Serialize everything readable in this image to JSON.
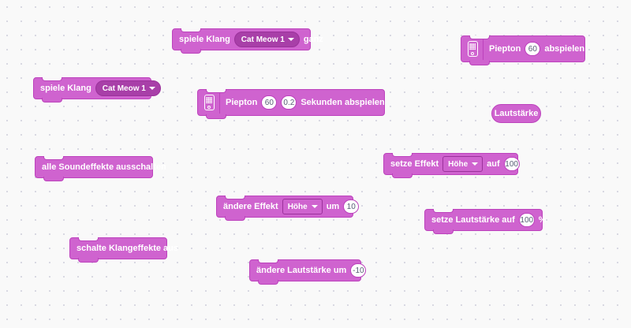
{
  "blocks": {
    "play_sound_until_done": {
      "prefix": "spiele Klang",
      "sound": "Cat Meow 1",
      "suffix": "ganz"
    },
    "play_sound": {
      "prefix": "spiele Klang",
      "sound": "Cat Meow 1"
    },
    "stop_all_sounds": {
      "label": "alle Soundeffekte ausschalten"
    },
    "clear_effects": {
      "label": "schalte Klangeffekte aus"
    },
    "play_tone_seconds": {
      "prefix": "Piepton",
      "tone": "60",
      "duration": "0.2",
      "suffix": "Sekunden abspielen"
    },
    "play_tone": {
      "prefix": "Piepton",
      "tone": "60",
      "suffix": "abspielen"
    },
    "volume_reporter": {
      "label": "Lautstärke"
    },
    "set_effect": {
      "prefix": "setze Effekt",
      "effect": "Höhe",
      "middle": "auf",
      "value": "100"
    },
    "change_effect": {
      "prefix": "ändere Effekt",
      "effect": "Höhe",
      "middle": "um",
      "value": "10"
    },
    "set_volume": {
      "prefix": "setze Lautstärke auf",
      "value": "100",
      "suffix": "%"
    },
    "change_volume": {
      "prefix": "ändere Lautstärke um",
      "value": "-10"
    }
  },
  "icons": {
    "extension": "picoboard-icon",
    "dropdown": "dropdown-arrow-icon"
  },
  "colors": {
    "sound_block": "#cf63cf",
    "sound_block_border": "#bd42bd",
    "dropdown_dark": "#a83fa8",
    "workspace": "#f9f9f9"
  }
}
